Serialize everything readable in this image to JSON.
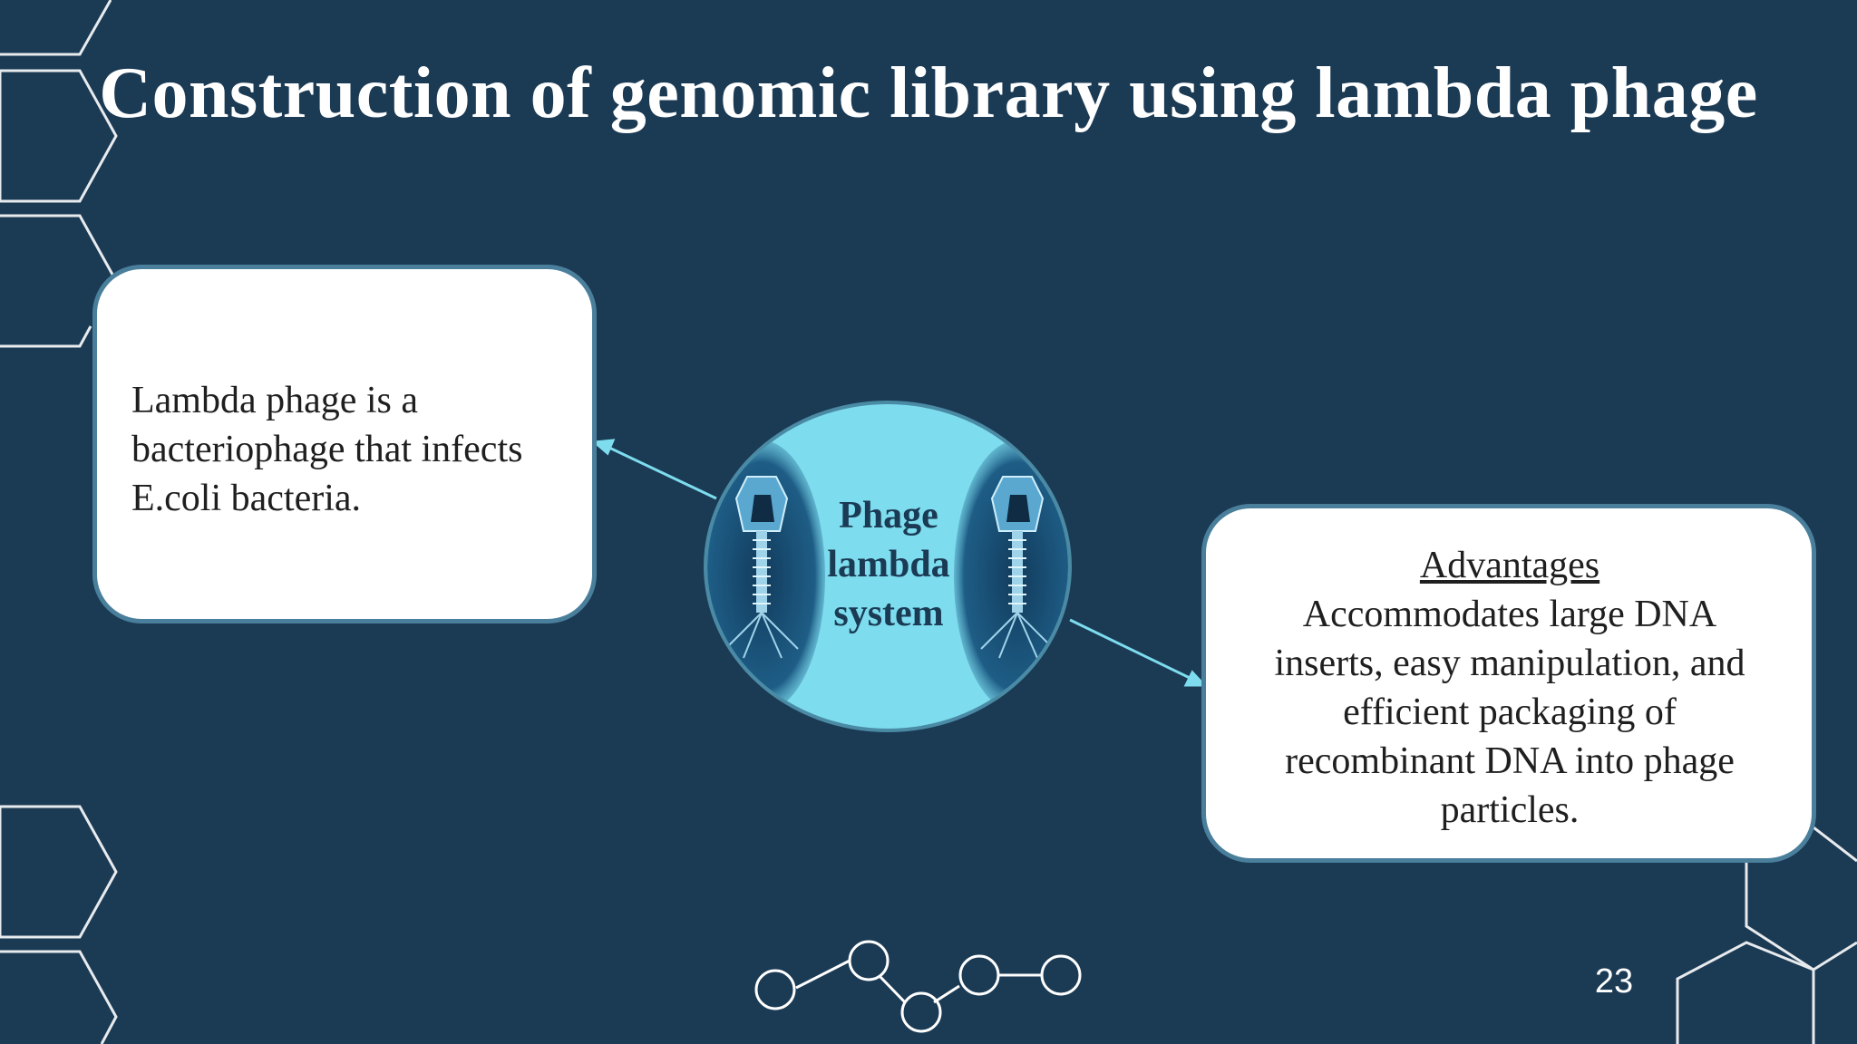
{
  "slide": {
    "title": "Construction of genomic library using lambda phage",
    "page_number": "23"
  },
  "diagram": {
    "center_label_lines": [
      "Phage",
      "lambda",
      "system"
    ],
    "left_box_lines": [
      "Lambda phage is a",
      "bacteriophage that infects",
      "E.coli bacteria."
    ],
    "right_box": {
      "heading": "Advantages",
      "lines": [
        "Accommodates large DNA",
        "inserts, easy manipulation, and",
        "efficient packaging of",
        "recombinant DNA into phage",
        "particles."
      ]
    }
  },
  "colors": {
    "background": "#1b3a54",
    "box_border": "#4a7f9c",
    "circle_fill": "#7ddcee",
    "arrow": "#7ddcee",
    "hexagon_stroke": "#ffffff"
  },
  "icons": [
    "hexagon-outline",
    "molecule-chain",
    "bacteriophage-icon",
    "arrow"
  ]
}
